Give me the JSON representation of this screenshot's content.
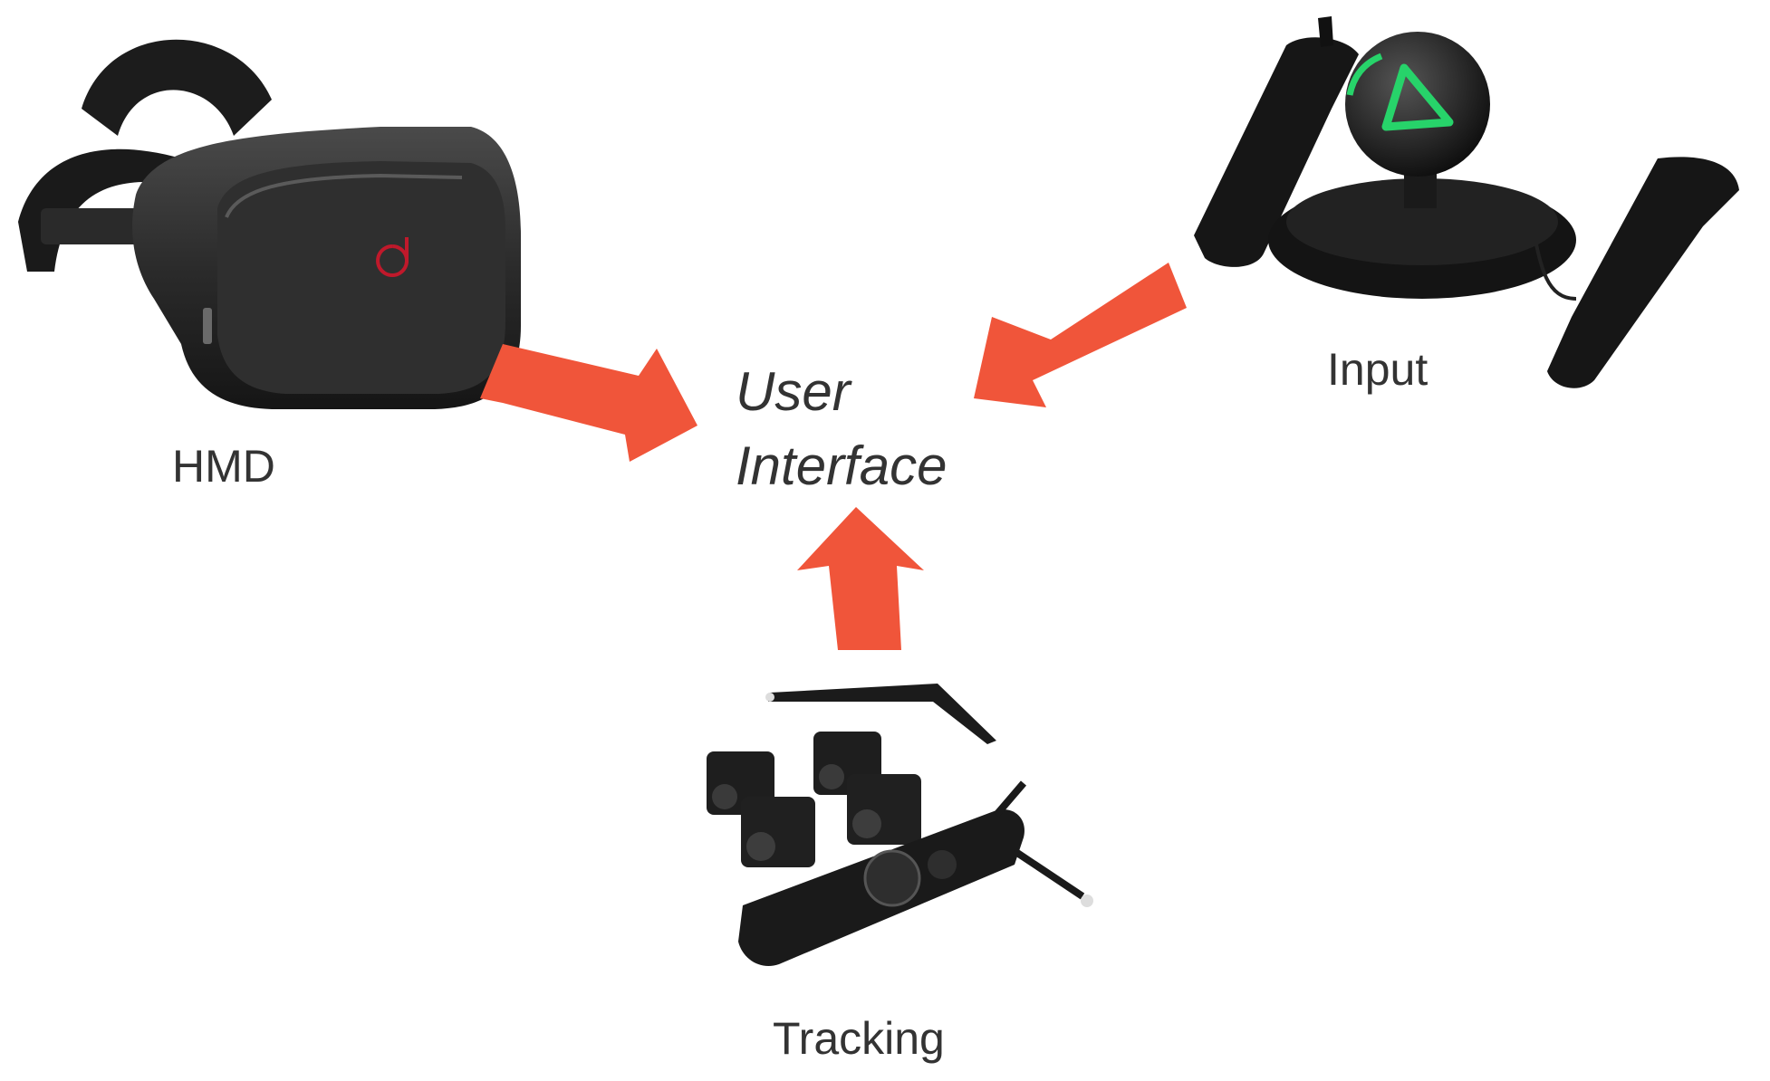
{
  "center": {
    "line1": "User",
    "line2": "Interface"
  },
  "nodes": {
    "hmd": {
      "label": "HMD",
      "icon": "vr-headset-icon"
    },
    "input": {
      "label": "Input",
      "icon": "motion-controller-icon"
    },
    "tracking": {
      "label": "Tracking",
      "icon": "tracking-camera-icon"
    }
  },
  "colors": {
    "arrow": "#f0553a",
    "device": "#1e1e1e",
    "accent_red": "#c0192b",
    "accent_green": "#27d36a"
  }
}
